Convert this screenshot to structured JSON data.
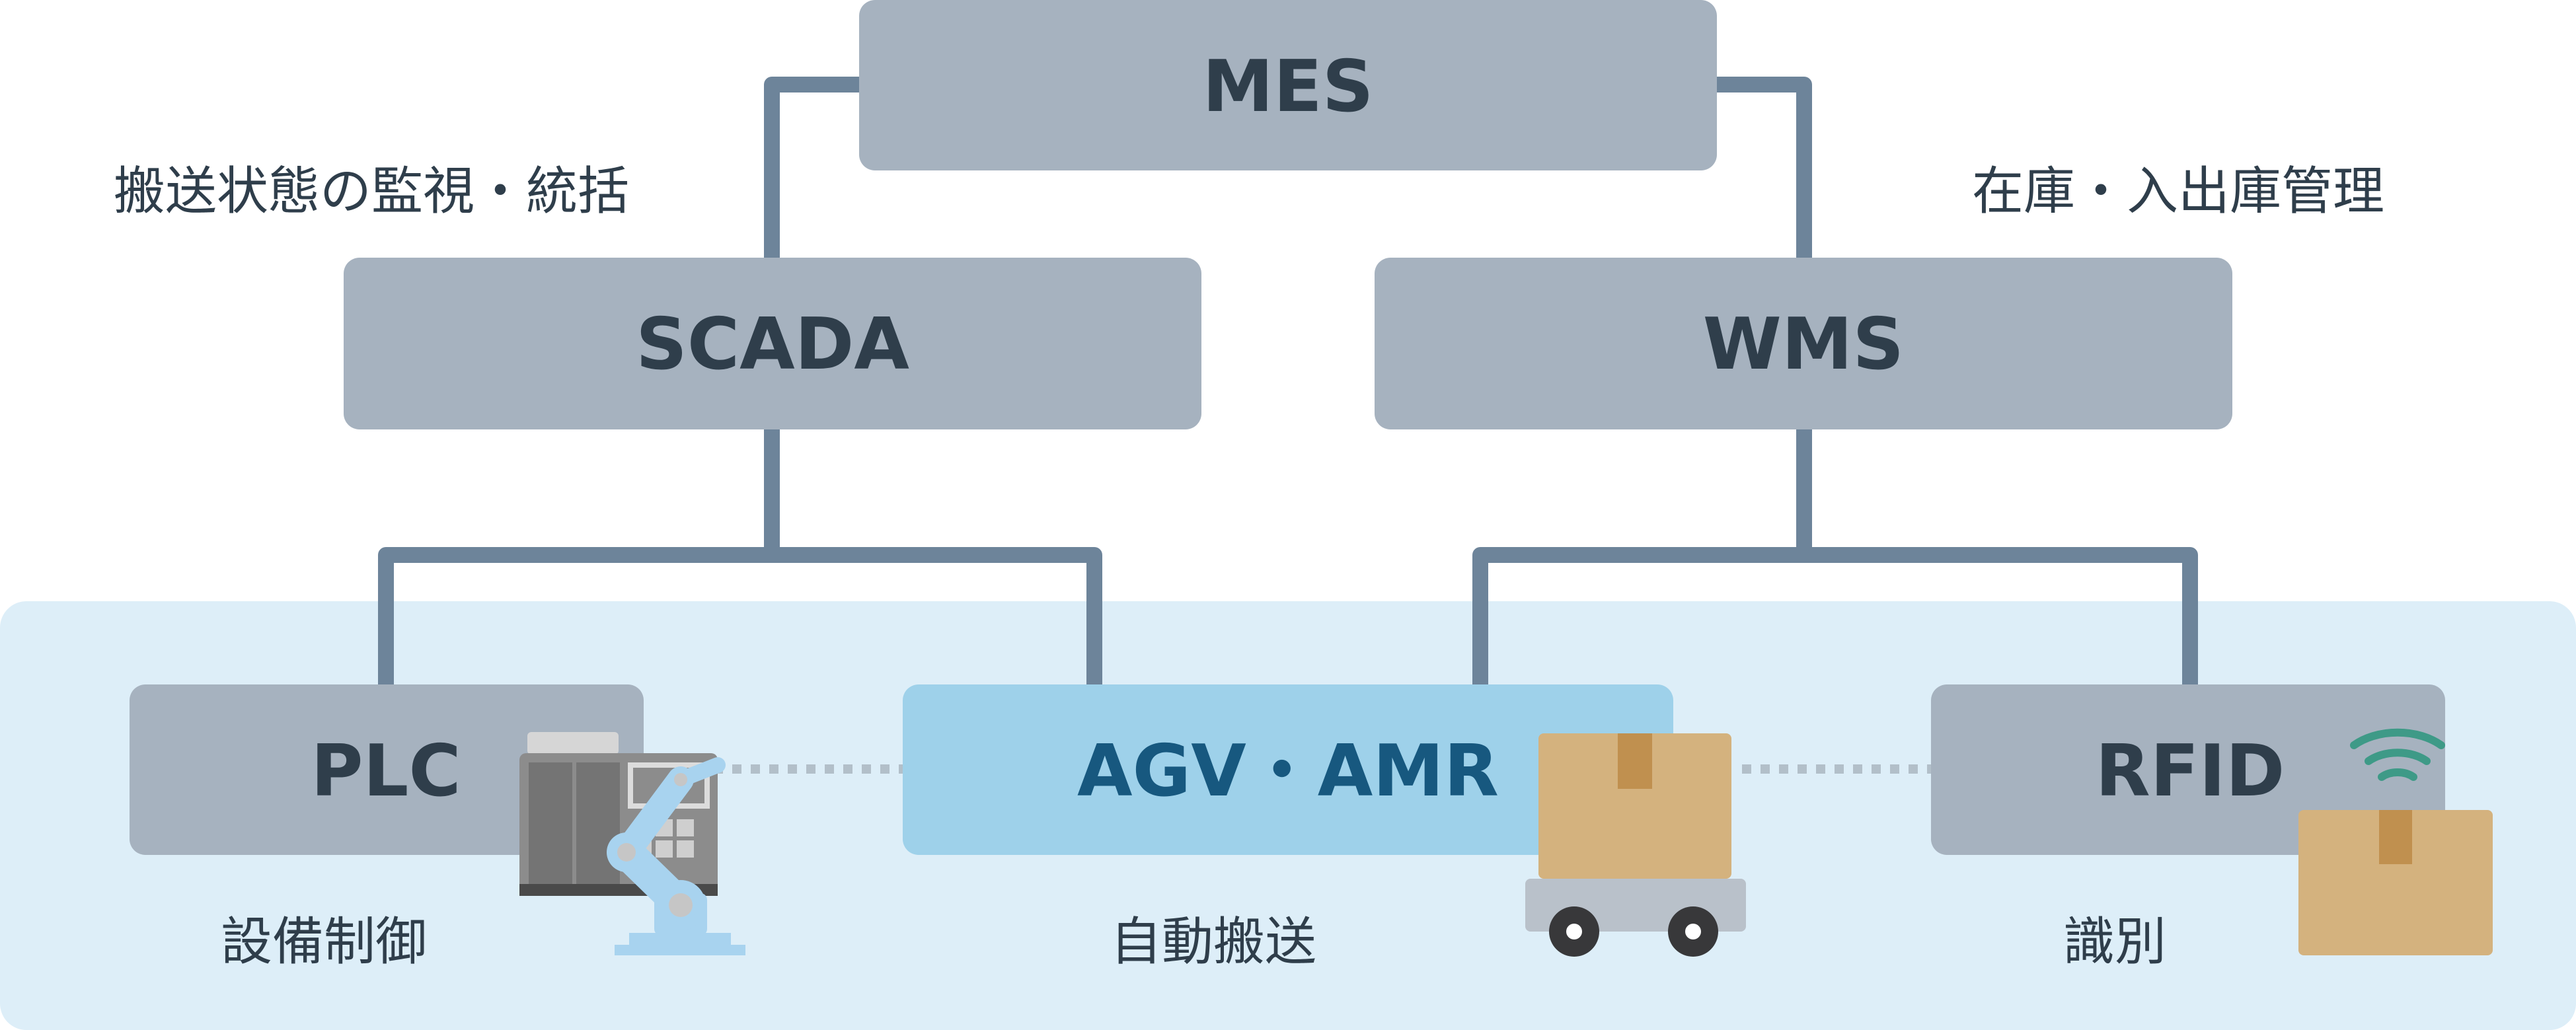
{
  "colors": {
    "node_gray": "#a6b2bf",
    "node_blue": "#9ed1ea",
    "connector": "#6d849a",
    "field_band": "#ddeef8",
    "text_dark": "#2f3e4b",
    "text_blue": "#17587f",
    "dotted_link": "#b2bfc9",
    "box_tan": "#d4b27e",
    "box_tape": "#c0904f",
    "cart_gray": "#b9c1ca",
    "wheel_dark": "#38383a",
    "robot_arm": "#a8d3ef",
    "machine_gray": "#8c8c8c",
    "wifi_teal": "#3e9a87"
  },
  "nodes": {
    "mes": "MES",
    "scada": "SCADA",
    "wms": "WMS",
    "plc": "PLC",
    "agv_amr": "AGV・AMR",
    "rfid": "RFID"
  },
  "captions": {
    "scada_role": "搬送状態の監視・統括",
    "wms_role": "在庫・入出庫管理",
    "plc_role": "設備制御",
    "agv_role": "自動搬送",
    "rfid_role": "識別"
  },
  "icons": {
    "plc": "machine-tool-robot-arm-icon",
    "agv": "cart-with-box-icon",
    "rfid": "wireless-box-icon"
  }
}
